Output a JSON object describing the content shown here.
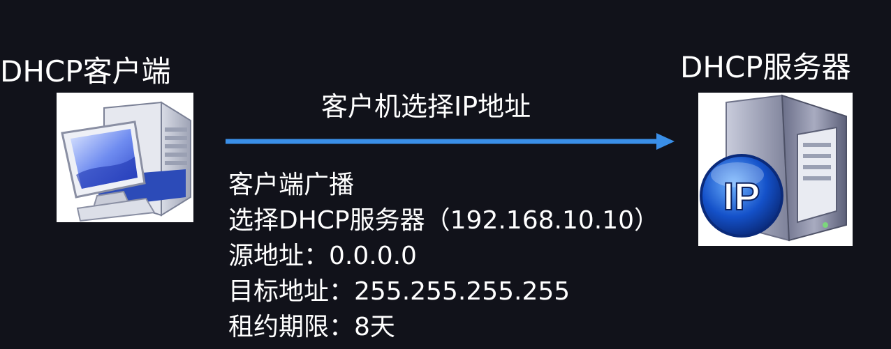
{
  "client": {
    "title": "DHCP客户端",
    "icon": "desktop-computer-icon"
  },
  "server": {
    "title": "DHCP服务器",
    "icon": "ip-server-icon",
    "badge_text": "IP"
  },
  "arrow": {
    "caption": "客户机选择IP地址",
    "color": "#3a8fe8"
  },
  "info": {
    "lines": [
      "客户端广播",
      "选择DHCP服务器（192.168.10.10）",
      "源地址：0.0.0.0",
      "目标地址：255.255.255.255",
      "租约期限：8天"
    ]
  },
  "colors": {
    "background": "#11121a",
    "text": "#ffffff"
  }
}
